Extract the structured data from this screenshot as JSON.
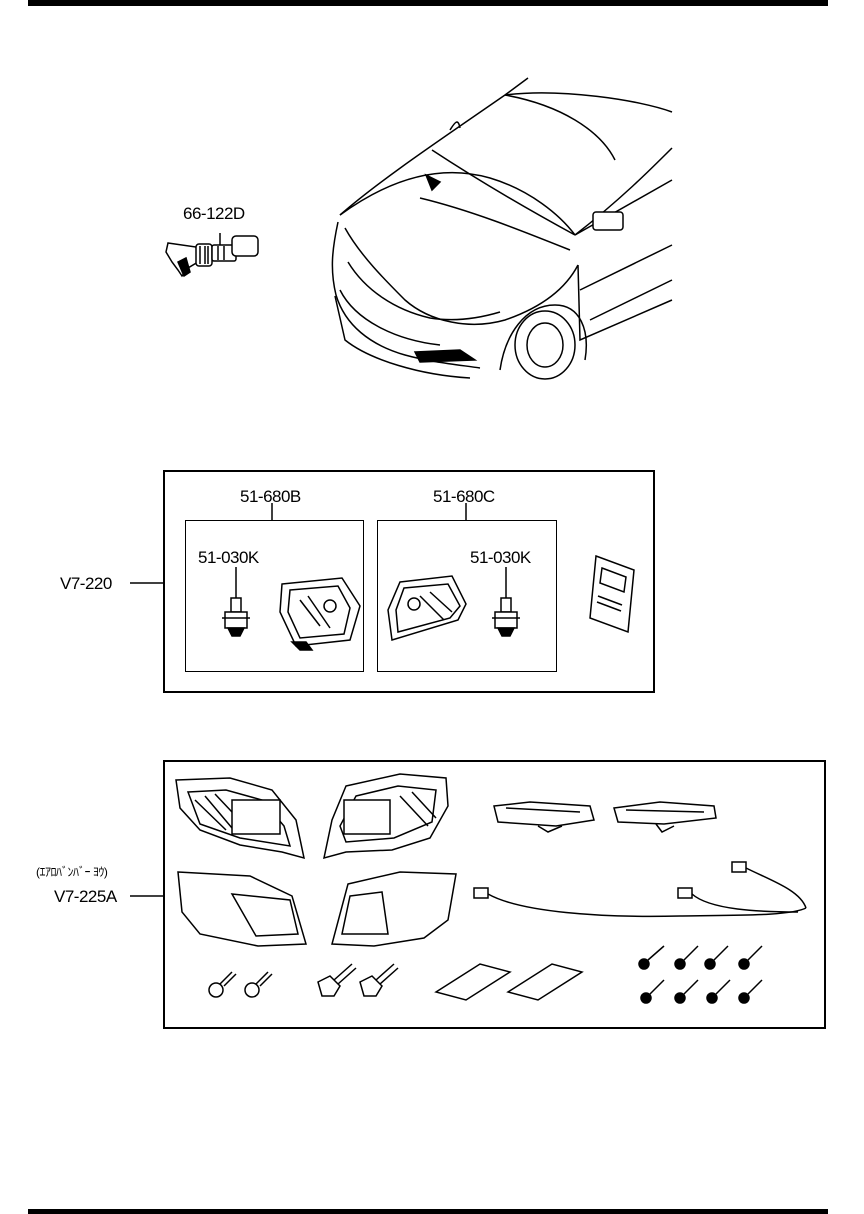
{
  "callouts": {
    "switch_part": "66-122D",
    "fog_kit": "V7-220",
    "lamp_left": "51-680B",
    "lamp_right": "51-680C",
    "bulb_left": "51-030K",
    "bulb_right": "51-030K",
    "bezel_kit_note": "(ｴｱﾛﾊﾞﾝﾊﾞｰ ﾖｳ)",
    "bezel_kit": "V7-225A"
  }
}
